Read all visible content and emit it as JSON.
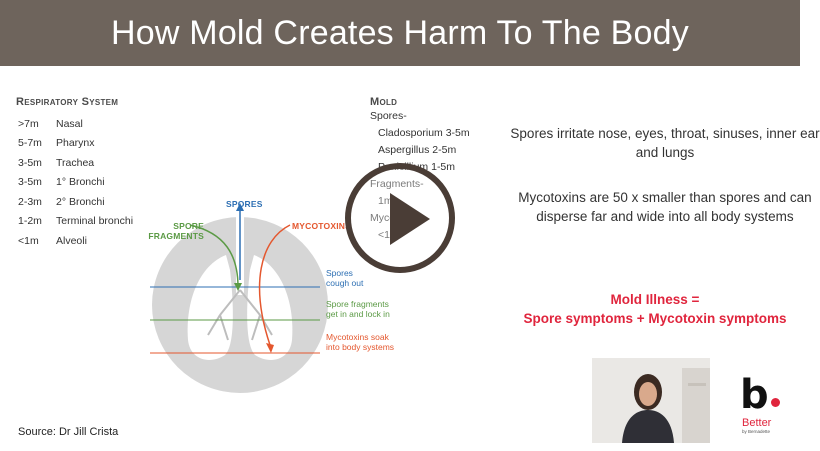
{
  "header": {
    "title": "How Mold Creates Harm To The Body"
  },
  "respiratory": {
    "title": "Respiratory System",
    "rows": [
      {
        "size": ">7m",
        "part": "Nasal"
      },
      {
        "size": "5-7m",
        "part": "Pharynx"
      },
      {
        "size": "3-5m",
        "part": "Trachea"
      },
      {
        "size": "3-5m",
        "part": "1° Bronchi"
      },
      {
        "size": "2-3m",
        "part": "2° Bronchi"
      },
      {
        "size": "1-2m",
        "part": "Terminal bronchi"
      },
      {
        "size": "<1m",
        "part": "Alveoli"
      }
    ]
  },
  "mold": {
    "title": "Mold",
    "lines": [
      "Spores-",
      "Cladosporium 3-5m",
      "Aspergillus 2-5m",
      "Penicillium 1-5m",
      "Fragments-",
      "1m",
      "Mycotoxins-",
      "<1m"
    ]
  },
  "diagram": {
    "spores": "SPORES",
    "spore_fragments_1": "SPORE",
    "spore_fragments_2": "FRAGMENTS",
    "mycotoxins": "MYCOTOXINS",
    "coughed_1": "Spores",
    "coughed_2": "cough out",
    "lock_1": "Spore fragments",
    "lock_2": "get in and lock in",
    "soak_1": "Mycotoxins soak",
    "soak_2": "into body systems",
    "colors": {
      "blue": "#2d6fb3",
      "green": "#5b9a45",
      "red": "#e4572e"
    }
  },
  "source": "Source: Dr Jill Crista",
  "right": {
    "p1": "Spores irritate nose, eyes, throat, sinuses, inner ear and lungs",
    "p2": "Mycotoxins are 50 x smaller than spores and can disperse far and wide into all body systems",
    "illness_1": "Mold Illness =",
    "illness_2": "Spore symptoms + Mycotoxin symptoms"
  },
  "logo": {
    "letter": "b",
    "word": "Better",
    "by": "by Bernadette"
  },
  "icons": {
    "play": "play-icon"
  }
}
